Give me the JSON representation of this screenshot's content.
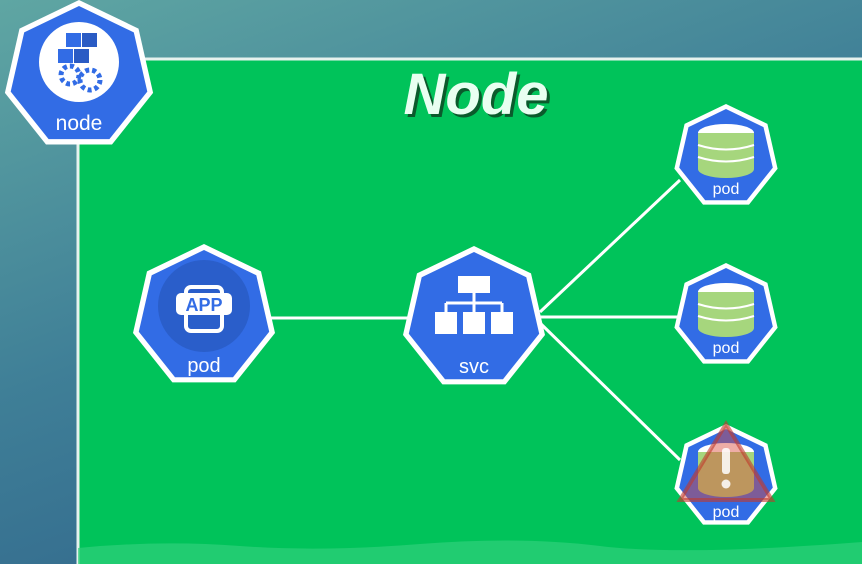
{
  "title": "Node",
  "node_badge": {
    "label": "node",
    "icon": "node-cubes-gear-icon"
  },
  "pods": {
    "app_pod": {
      "label": "pod",
      "icon": "app-icon",
      "icon_text": "APP"
    },
    "db_pods": [
      {
        "label": "pod",
        "icon": "database-icon",
        "status": "ok"
      },
      {
        "label": "pod",
        "icon": "database-icon",
        "status": "ok"
      },
      {
        "label": "pod",
        "icon": "database-icon",
        "status": "warning"
      }
    ]
  },
  "service": {
    "label": "svc",
    "icon": "network-hierarchy-icon"
  },
  "colors": {
    "node_area": "#00c35a",
    "node_border": "#e6f2ee",
    "k8s_blue": "#326ce5",
    "db_fill": "#a6d67d",
    "warning": "#d94a3a",
    "title_fill": "#e8fff1",
    "title_shadow": "#0b5a2c"
  }
}
